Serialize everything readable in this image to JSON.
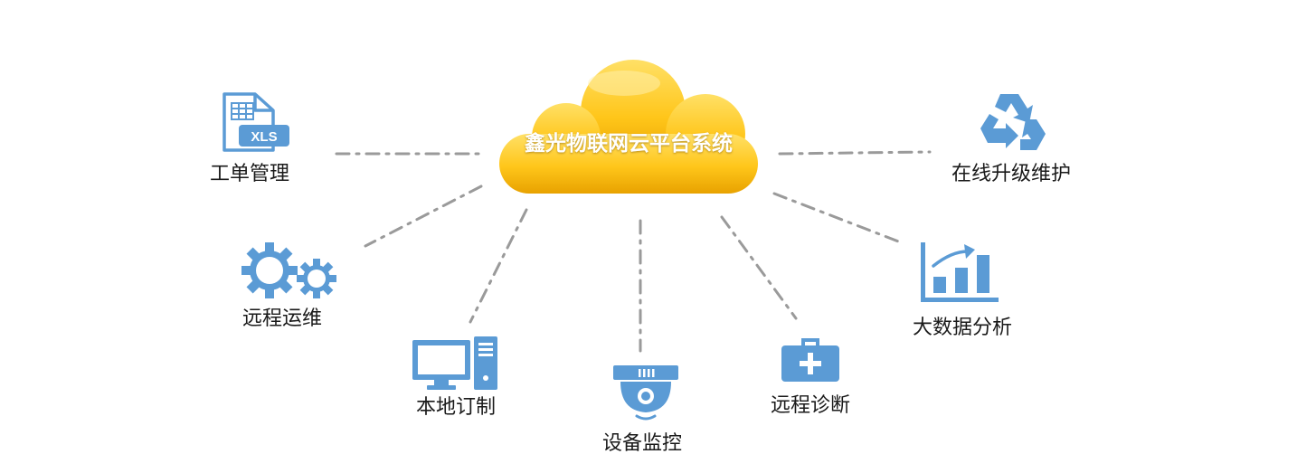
{
  "center": {
    "title": "鑫光物联网云平台系统"
  },
  "nodes": {
    "work_order": {
      "label": "工单管理",
      "file_badge": "XLS",
      "icon": "xls-file-icon"
    },
    "remote_ops": {
      "label": "远程运维",
      "icon": "gears-icon"
    },
    "local_custom": {
      "label": "本地订制",
      "icon": "desktop-computer-icon"
    },
    "device_monitor": {
      "label": "设备监控",
      "icon": "security-camera-icon"
    },
    "remote_diagnosis": {
      "label": "远程诊断",
      "icon": "medical-kit-icon"
    },
    "big_data": {
      "label": "大数据分析",
      "icon": "bar-chart-icon"
    },
    "online_upgrade": {
      "label": "在线升级维护",
      "icon": "recycle-icon"
    }
  },
  "colors": {
    "icon_blue": "#5b9bd5",
    "cloud_gold": "#f5b800",
    "connector_gray": "#9a9a9a"
  }
}
